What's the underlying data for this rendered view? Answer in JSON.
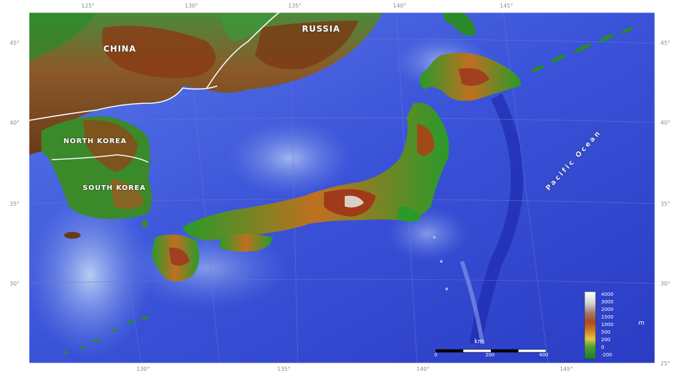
{
  "map": {
    "countries": {
      "china": "CHINA",
      "russia": "RUSSIA",
      "north_korea": "NORTH KOREA",
      "south_korea": "SOUTH KOREA"
    },
    "ocean": "Pacific Ocean",
    "lon_ticks_top": [
      "125°",
      "130°",
      "135°",
      "140°",
      "145°"
    ],
    "lon_ticks_bottom": [
      "130°",
      "135°",
      "140°",
      "145°"
    ],
    "lat_ticks_left": [
      "45°",
      "40°",
      "35°",
      "30°"
    ],
    "lat_ticks_right": [
      "45°",
      "40°",
      "35°",
      "30°",
      "25°"
    ]
  },
  "legend": {
    "unit": "m",
    "entries": [
      "4000",
      "3000",
      "2000",
      "1500",
      "1000",
      "500",
      "200",
      "0",
      "-200"
    ],
    "colors": [
      "#ffffff",
      "#d9d9d9",
      "#b0a090",
      "#a0502a",
      "#c06020",
      "#d8a020",
      "#e8d040",
      "#2a8a2a",
      "#1a5fd0"
    ]
  },
  "scale": {
    "label": "km",
    "ticks": [
      "0",
      "200",
      "400"
    ]
  },
  "colors": {
    "deep_ocean": "#2434c8",
    "mid_ocean": "#4a66e0",
    "shallow": "#9ab8f0",
    "lowland": "#1e8a2a",
    "highland": "#8a3a14",
    "peak": "#c8c0b8",
    "border": "#ffffff"
  }
}
